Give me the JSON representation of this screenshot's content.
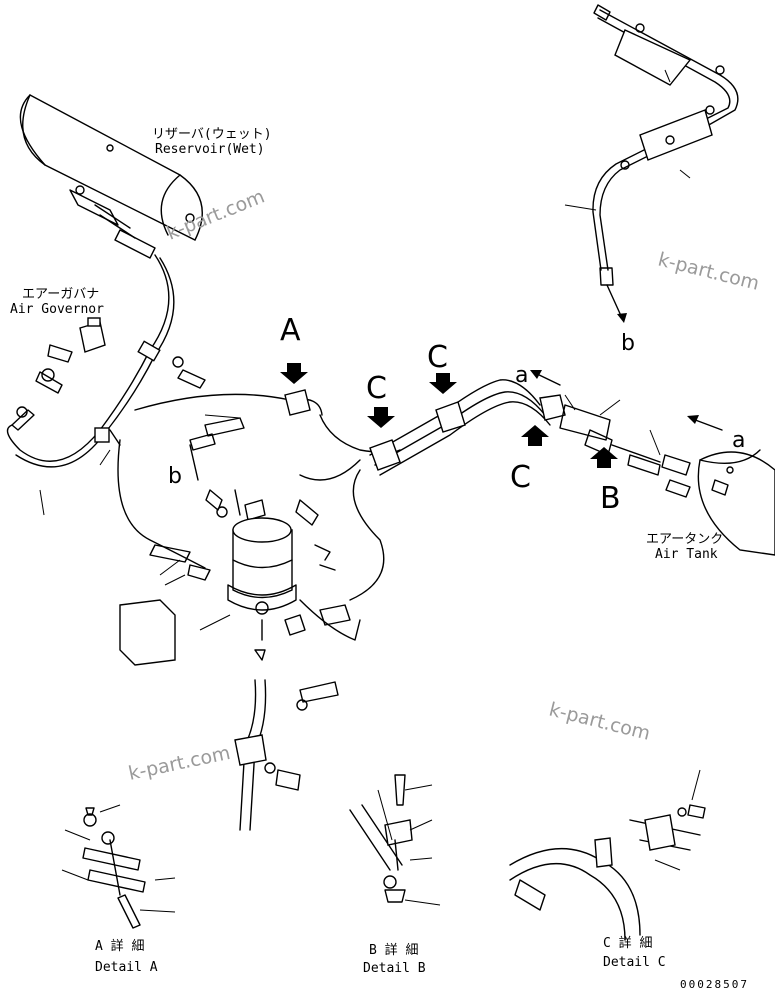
{
  "labels": {
    "reservoir_jp": "リザーバ(ウェット)",
    "reservoir_en": "Reservoir(Wet)",
    "governor_jp": "エアーガバナ",
    "governor_en": "Air Governor",
    "airtank_jp": "エアータンク",
    "airtank_en": "Air Tank",
    "detail_a_jp": "A 詳 細",
    "detail_a_en": "Detail A",
    "detail_b_jp": "B 詳 細",
    "detail_b_en": "Detail B",
    "detail_c_jp": "C 詳 細",
    "detail_c_en": "Detail C",
    "part_number": "00028507"
  },
  "callouts": {
    "A": "A",
    "B": "B",
    "C1": "C",
    "C2": "C",
    "C3": "C",
    "a1": "a",
    "a2": "a",
    "b1": "b",
    "b2": "b"
  },
  "watermarks": [
    "k-part.com",
    "k-part.com",
    "k-part.com",
    "k-part.com"
  ]
}
